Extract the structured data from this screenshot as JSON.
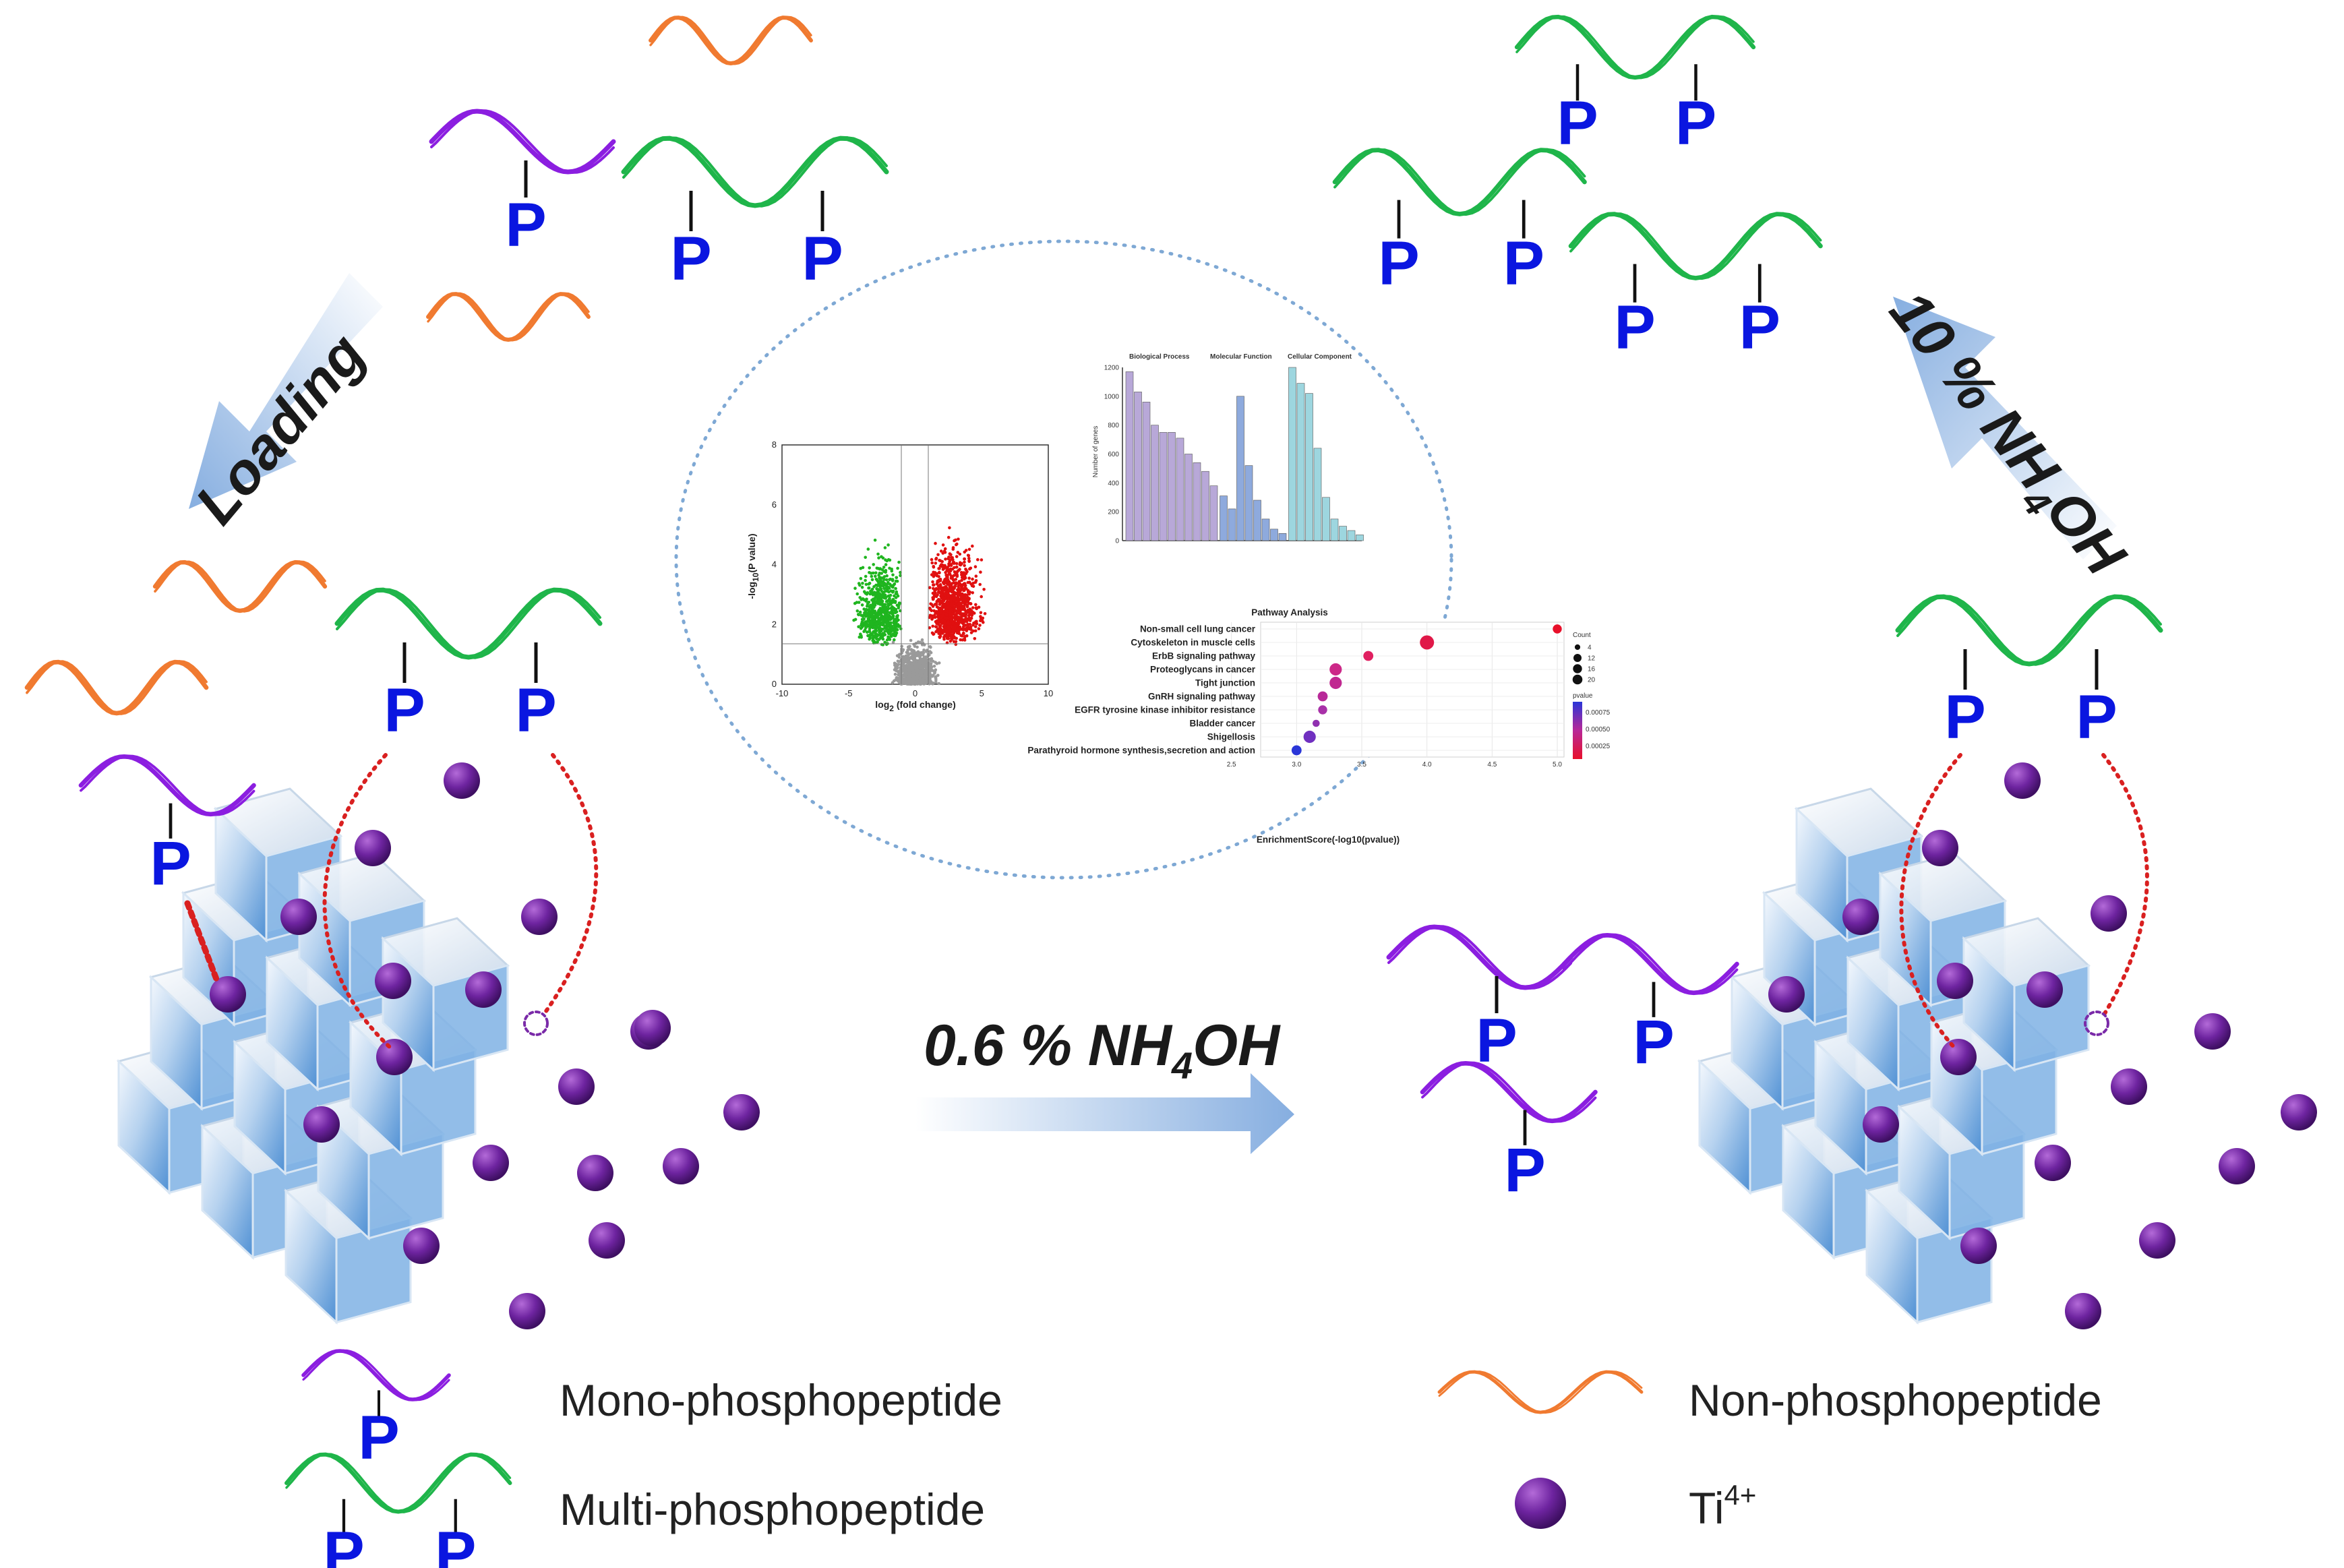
{
  "colors": {
    "mono": "#8b1ee0",
    "multi": "#1fb54a",
    "non": "#f07a30",
    "phospho_letter": "#0a16e0",
    "ti_sphere": "#6a1f9a",
    "crystal": "#6fa8df",
    "dotted_link": "#d92020",
    "ellipse": "#7ea8d4",
    "arrow": "#8fb2de"
  },
  "labels": {
    "phospho": "P",
    "loading": "Loading",
    "elute_low_prefix": "0.6 % NH",
    "elute_low_sub": "4",
    "elute_low_suffix": "OH",
    "elute_high_prefix": "10 % NH",
    "elute_high_sub": "4",
    "elute_high_suffix": "OH"
  },
  "legend": {
    "mono": "Mono-phosphopeptide",
    "multi": "Multi-phosphopeptide",
    "non": "Non-phosphopeptide",
    "ti_base": "Ti",
    "ti_sup": "4+"
  },
  "volcano": {
    "xlabel_prefix": "log",
    "xlabel_sub": "2",
    "xlabel_suffix": " (fold change)",
    "ylabel_prefix": "-log",
    "ylabel_sub": "10",
    "ylabel_suffix": "(P value)",
    "xticks": [
      "-10",
      "-5",
      "0",
      "5",
      "10"
    ],
    "yticks": [
      "0",
      "2",
      "4",
      "6",
      "8"
    ],
    "colors": {
      "down": "#1fb51f",
      "up": "#e01010",
      "ns": "#9a9a9a"
    }
  },
  "go_chart": {
    "categories_header": [
      "Biological Process",
      "Molecular Function",
      "Cellular Component"
    ],
    "ylabel": "Number of genes",
    "yticks": [
      "0",
      "200",
      "400",
      "600",
      "800",
      "1000",
      "1200"
    ],
    "groups": [
      {
        "name": "Biological Process",
        "color": "#b8a8d8",
        "values": [
          1170,
          1030,
          960,
          800,
          750,
          750,
          710,
          600,
          540,
          480,
          380
        ]
      },
      {
        "name": "Molecular Function",
        "color": "#8eaadd",
        "values": [
          310,
          220,
          1000,
          520,
          280,
          150,
          80,
          50
        ]
      },
      {
        "name": "Cellular Component",
        "color": "#9dd6df",
        "values": [
          1200,
          1090,
          1020,
          640,
          300,
          150,
          100,
          70,
          40
        ]
      }
    ]
  },
  "pathway": {
    "title": "Pathway Analysis",
    "xlabel": "EnrichmentScore(-log10(pvalue))",
    "xticks": [
      "2.5",
      "3.0",
      "3.5",
      "4.0",
      "4.5",
      "5.0"
    ],
    "legend_count_title": "Count",
    "legend_counts": [
      "4",
      "12",
      "16",
      "20"
    ],
    "legend_p_title": "pvalue",
    "legend_p_ticks": [
      "0.00075",
      "0.00050",
      "0.00025"
    ],
    "terms": [
      {
        "name": "Non-small cell lung cancer",
        "score": 5.0,
        "count": 6,
        "color": "#e8102a"
      },
      {
        "name": "Cytoskeleton in muscle cells",
        "score": 4.0,
        "count": 20,
        "color": "#e01848"
      },
      {
        "name": "ErbB signaling pathway",
        "score": 3.55,
        "count": 8,
        "color": "#e02060"
      },
      {
        "name": "Proteoglycans in cancer",
        "score": 3.3,
        "count": 14,
        "color": "#cc2888"
      },
      {
        "name": "Tight junction",
        "score": 3.3,
        "count": 14,
        "color": "#c02890"
      },
      {
        "name": "GnRH signaling pathway",
        "score": 3.2,
        "count": 8,
        "color": "#b82898"
      },
      {
        "name": "EGFR tyrosine kinase inhibitor resistance",
        "score": 3.2,
        "count": 6,
        "color": "#a830a8"
      },
      {
        "name": "Bladder cancer",
        "score": 3.15,
        "count": 3,
        "color": "#9030b0"
      },
      {
        "name": "Shigellosis",
        "score": 3.1,
        "count": 14,
        "color": "#7030c0"
      },
      {
        "name": "Parathyroid hormone synthesis,secretion and action",
        "score": 3.0,
        "count": 8,
        "color": "#2a36d8"
      }
    ]
  }
}
